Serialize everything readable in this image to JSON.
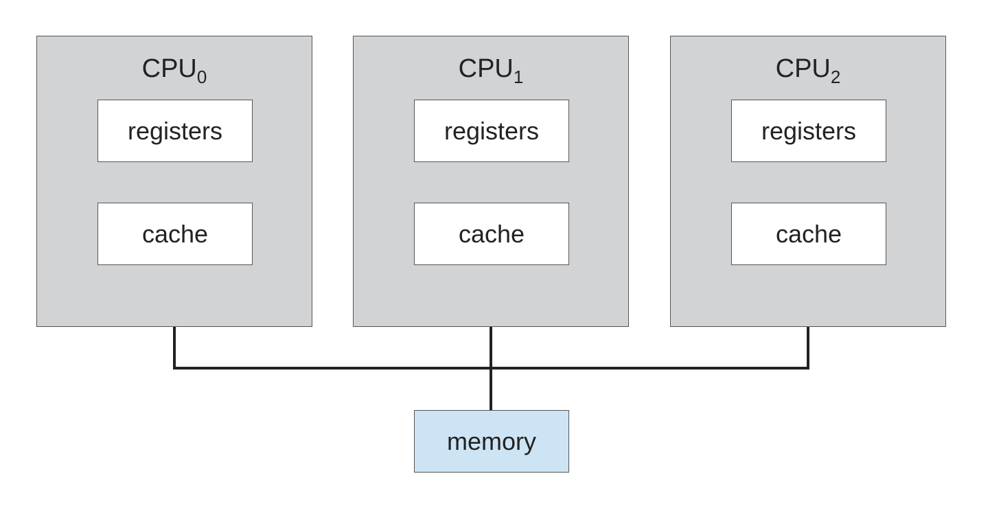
{
  "cpus": [
    {
      "name": "CPU",
      "index": "0",
      "registers_label": "registers",
      "cache_label": "cache"
    },
    {
      "name": "CPU",
      "index": "1",
      "registers_label": "registers",
      "cache_label": "cache"
    },
    {
      "name": "CPU",
      "index": "2",
      "registers_label": "registers",
      "cache_label": "cache"
    }
  ],
  "memory": {
    "label": "memory"
  },
  "colors": {
    "cpu_fill": "#d1d3d5",
    "memory_fill": "#cde4f4",
    "box_fill": "#ffffff",
    "wire": "#222222"
  }
}
